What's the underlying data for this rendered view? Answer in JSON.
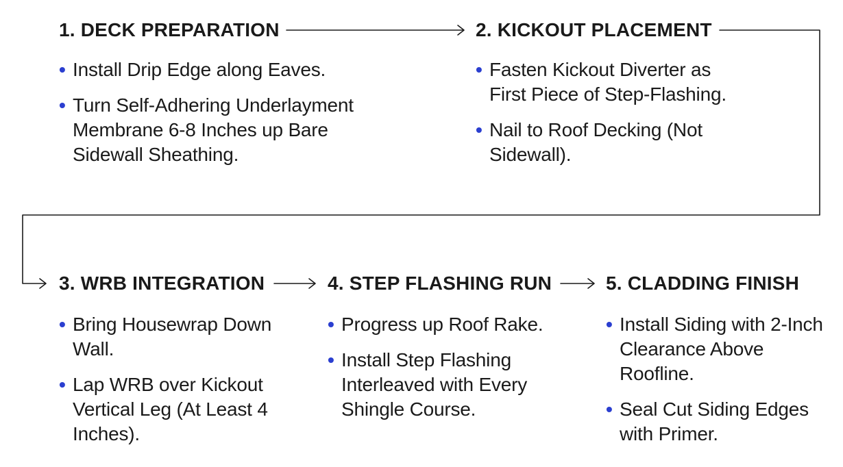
{
  "accent_color": "#2b3fd0",
  "line_color": "#1a1a1a",
  "steps": [
    {
      "title": "1. DECK PREPARATION",
      "bullets": [
        "Install Drip Edge along Eaves.",
        "Turn Self-Adhering Underlayment Membrane 6-8 Inches up Bare Sidewall Sheathing."
      ]
    },
    {
      "title": "2. KICKOUT PLACEMENT",
      "bullets": [
        "Fasten Kickout Diverter as First Piece of Step-Flashing.",
        "Nail to Roof Decking (Not Sidewall)."
      ]
    },
    {
      "title": "3. WRB INTEGRATION",
      "bullets": [
        "Bring Housewrap Down Wall.",
        "Lap WRB over Kickout Vertical Leg (At Least 4 Inches)."
      ]
    },
    {
      "title": "4. STEP FLASHING RUN",
      "bullets": [
        "Progress up Roof Rake.",
        "Install Step Flashing Interleaved with Every Shingle Course."
      ]
    },
    {
      "title": "5. CLADDING FINISH",
      "bullets": [
        "Install Siding with 2-Inch Clearance Above Roofline.",
        "Seal Cut Siding Edges with Primer."
      ]
    }
  ]
}
